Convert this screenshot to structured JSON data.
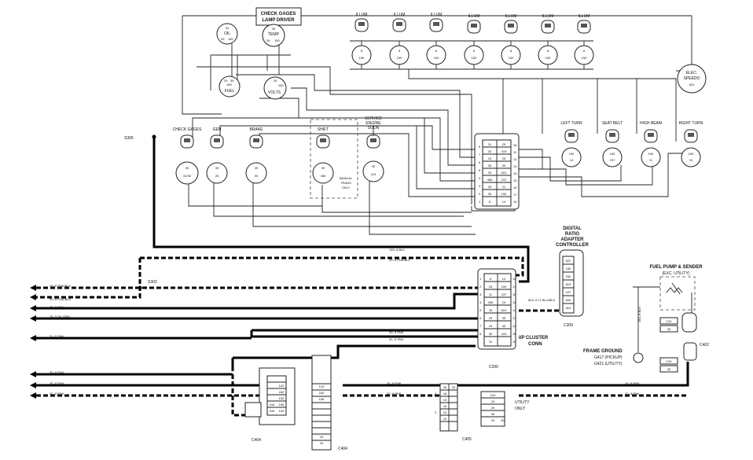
{
  "gauge_area": {
    "driver_box": [
      "CHECK GAGES",
      "LAMP DRIVER"
    ],
    "oil": {
      "label": "OIL",
      "pins": [
        "31",
        "39",
        "150"
      ]
    },
    "temp": {
      "label": "TEMP",
      "pins": [
        "35",
        "39",
        "150"
      ]
    },
    "fuel": {
      "label": "FUEL",
      "pins": [
        "29",
        "39",
        "150"
      ]
    },
    "volts": {
      "label": "VOLTS",
      "pins": [
        "39",
        "150"
      ]
    },
    "illum_label": "ILLUM",
    "illum_pins": [
      "8",
      "150"
    ],
    "speedo": [
      "ELEC.",
      "SPEEDO",
      "824"
    ]
  },
  "indicators": [
    {
      "name": "CHECK GAGES",
      "top": "39",
      "bottom": "31/35"
    },
    {
      "name": "GEN",
      "top": "39",
      "bottom": "25"
    },
    {
      "name": "BRAKE",
      "top": "39",
      "bottom": "33"
    }
  ],
  "shift": {
    "name": "SHIFT",
    "top": "39",
    "bottom": "456",
    "note": [
      "MANUAL",
      "TRANS",
      "ONLY"
    ]
  },
  "ses": {
    "name": [
      "SERVICE",
      "ENGINE",
      "SOON"
    ],
    "top": "39",
    "bottom": "419"
  },
  "right_lamps": [
    {
      "name": "LEFT TURN",
      "top": "150",
      "bottom": "14"
    },
    {
      "name": "SEAT BELT",
      "top": "150",
      "bottom": "237"
    },
    {
      "name": "HIGH BEAM",
      "top": "150",
      "bottom": "11"
    },
    {
      "name": "RIGHT TURN",
      "top": "150",
      "bottom": "15"
    }
  ],
  "conn_upper": {
    "left_pins": [
      "8",
      "7",
      "6",
      "5",
      "4",
      "3",
      "2",
      "1"
    ],
    "right_pins": [
      "18",
      "11",
      "12",
      "13",
      "14",
      "15",
      "16",
      "17",
      "10"
    ],
    "wires_left": [
      "31",
      "30",
      "15",
      "35",
      "33",
      "456",
      "25",
      "39",
      "8"
    ],
    "wires_right": [
      "29",
      "419",
      "25",
      "30",
      "824",
      "237",
      "11",
      "150",
      "14"
    ]
  },
  "splices": {
    "s306": "S306",
    "s303": "S303"
  },
  "wires": {
    "blk150": "150-.8 BLK",
    "pnkblk1": "39-.8 PNK/BLK",
    "pnkblk2": "39-.8 PNK/BLK",
    "pnkblk3": "39-.8 PNK/BLK",
    "pnkblk4": "39-.8 PNK/BLK",
    "brn25": "25-.5 BRN",
    "dkgrn_l": "35-.5 DK GRN",
    "dkgrn_r": "35-.5 DK GRN",
    "tan_l": "31-.5 TAN",
    "tan_r": "31-.5 TAN",
    "pnk30_c": "30-.5 PNK",
    "ltblu": "824-.5 LT BLU/BLK",
    "pnk_a": "30-.8 PNK",
    "pnk_b": "30-.8 PNK",
    "pnk_c": "30-.8 PNK",
    "pnk_d": "30-.8 PNK",
    "pnk_e": "30-.8 PNK",
    "pnk_f": "30-.8 PNK",
    "pnk_g": "30-.8 PNK",
    "fuelblk": "150-.8 BLK"
  },
  "c200": {
    "label": "C200",
    "title": [
      "I/P CLUSTER",
      "CONN"
    ],
    "left_pins": [
      "1",
      "2",
      "3",
      "4",
      "5",
      "6",
      "7",
      "8"
    ],
    "right_pins": [
      "18",
      "17",
      "16",
      "15",
      "14",
      "13",
      "12",
      "11",
      "10"
    ],
    "cells": [
      "8",
      "14",
      "28",
      "150",
      "11",
      "237",
      "456",
      "29",
      "33",
      "824",
      "25",
      "35",
      "15",
      "30",
      "39",
      "419",
      "31"
    ]
  },
  "drac": {
    "title": [
      "DIGITAL",
      "RATIO",
      "ADAPTER",
      "CONTROLLER"
    ],
    "label": "C309",
    "pins": [
      "822",
      "150",
      "250",
      "824",
      "437",
      "839",
      "824"
    ]
  },
  "fuel_pump": {
    "title": "FUEL PUMP & SENDER",
    "sub": "(EXC. UTILITY)",
    "c402": "C402",
    "pins": [
      "120",
      "30",
      "120",
      "30"
    ]
  },
  "ground": {
    "title": "FRAME GROUND",
    "l1": "G417 (PICKUP)",
    "l2": "G421 (UTILITY)"
  },
  "c404": {
    "label": "C404",
    "left_cells": [
      "",
      "120",
      "240",
      "150",
      "194",
      "240",
      "156",
      "193"
    ],
    "right_cells": [
      "120",
      "240",
      "156",
      "",
      "",
      "",
      "",
      "",
      "",
      "",
      "19",
      "29"
    ]
  },
  "c405": {
    "label": "C405",
    "cells_l": [
      "30",
      "18",
      "19",
      "16",
      "23",
      "24",
      "3",
      "33",
      "2"
    ],
    "cells_r": [
      "120",
      "19",
      "29",
      "30",
      "24",
      "30"
    ],
    "note": [
      "UTILITY",
      "ONLY"
    ]
  }
}
